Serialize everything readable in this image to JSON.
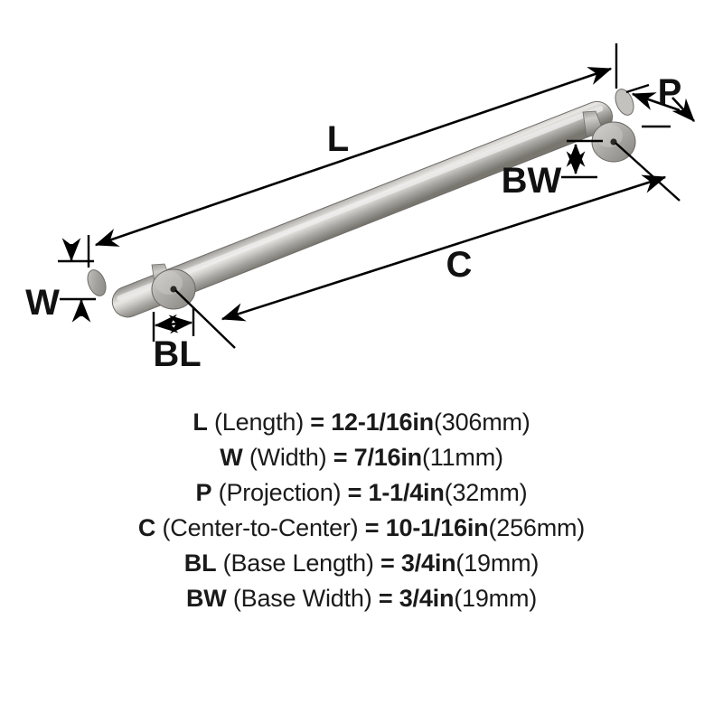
{
  "product": {
    "type": "cabinet-bar-pull",
    "finish_color": "#b8b6b2"
  },
  "diagram": {
    "labels": {
      "length": "L",
      "width": "W",
      "projection": "P",
      "center_to_center": "C",
      "base_length": "BL",
      "base_width": "BW"
    },
    "line_color": "#000000",
    "metal": {
      "light": "#e8e7e4",
      "mid": "#b5b3af",
      "dark": "#6e6c68",
      "edge": "#8d8b87"
    }
  },
  "specs": [
    {
      "code": "L",
      "name": "(Length)",
      "equals": "=",
      "value": "12-1/16in",
      "metric": "(306mm)"
    },
    {
      "code": "W",
      "name": "(Width)",
      "equals": "=",
      "value": "7/16in",
      "metric": "(11mm)"
    },
    {
      "code": "P",
      "name": "(Projection)",
      "equals": "=",
      "value": "1-1/4in",
      "metric": "(32mm)"
    },
    {
      "code": "C",
      "name": "(Center-to-Center)",
      "equals": "=",
      "value": "10-1/16in",
      "metric": "(256mm)"
    },
    {
      "code": "BL",
      "name": "(Base Length)",
      "equals": "=",
      "value": "3/4in",
      "metric": "(19mm)"
    },
    {
      "code": "BW",
      "name": "(Base Width)",
      "equals": "=",
      "value": "3/4in",
      "metric": "(19mm)"
    }
  ]
}
